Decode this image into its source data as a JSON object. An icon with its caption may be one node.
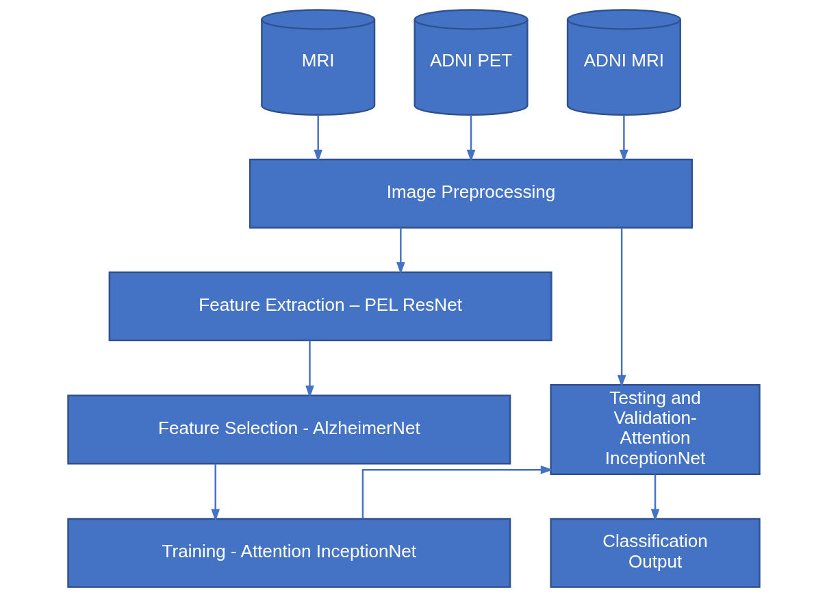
{
  "diagram": {
    "nodes": [
      {
        "text": [
          "MRI"
        ]
      },
      {
        "text": [
          "ADNI PET"
        ]
      },
      {
        "text": [
          "ADNI MRI"
        ]
      },
      {
        "text": [
          "Image Preprocessing"
        ]
      },
      {
        "text": [
          "Feature Extraction – PEL ResNet"
        ]
      },
      {
        "text": [
          "Feature Selection - AlzheimerNet"
        ]
      },
      {
        "text": [
          "Training - Attention InceptionNet"
        ]
      },
      {
        "text": [
          "Testing and Validation- Attention InceptionNet"
        ]
      },
      {
        "text": [
          "Classification Output"
        ]
      }
    ],
    "edges": [
      {
        "from": 0,
        "to": 3,
        "arrow": "to"
      },
      {
        "from": 1,
        "to": 3,
        "arrow": "to"
      },
      {
        "from": 2,
        "to": 3,
        "arrow": "to"
      },
      {
        "from": 3,
        "to": 4,
        "arrow": "to"
      },
      {
        "from": 4,
        "to": 5,
        "arrow": "to"
      },
      {
        "from": 5,
        "to": 6,
        "arrow": "to"
      },
      {
        "from": 3,
        "to": 7,
        "arrow": "to"
      },
      {
        "from": 6,
        "to": 7,
        "arrow": "to"
      },
      {
        "from": 7,
        "to": 8,
        "arrow": "to"
      }
    ]
  }
}
